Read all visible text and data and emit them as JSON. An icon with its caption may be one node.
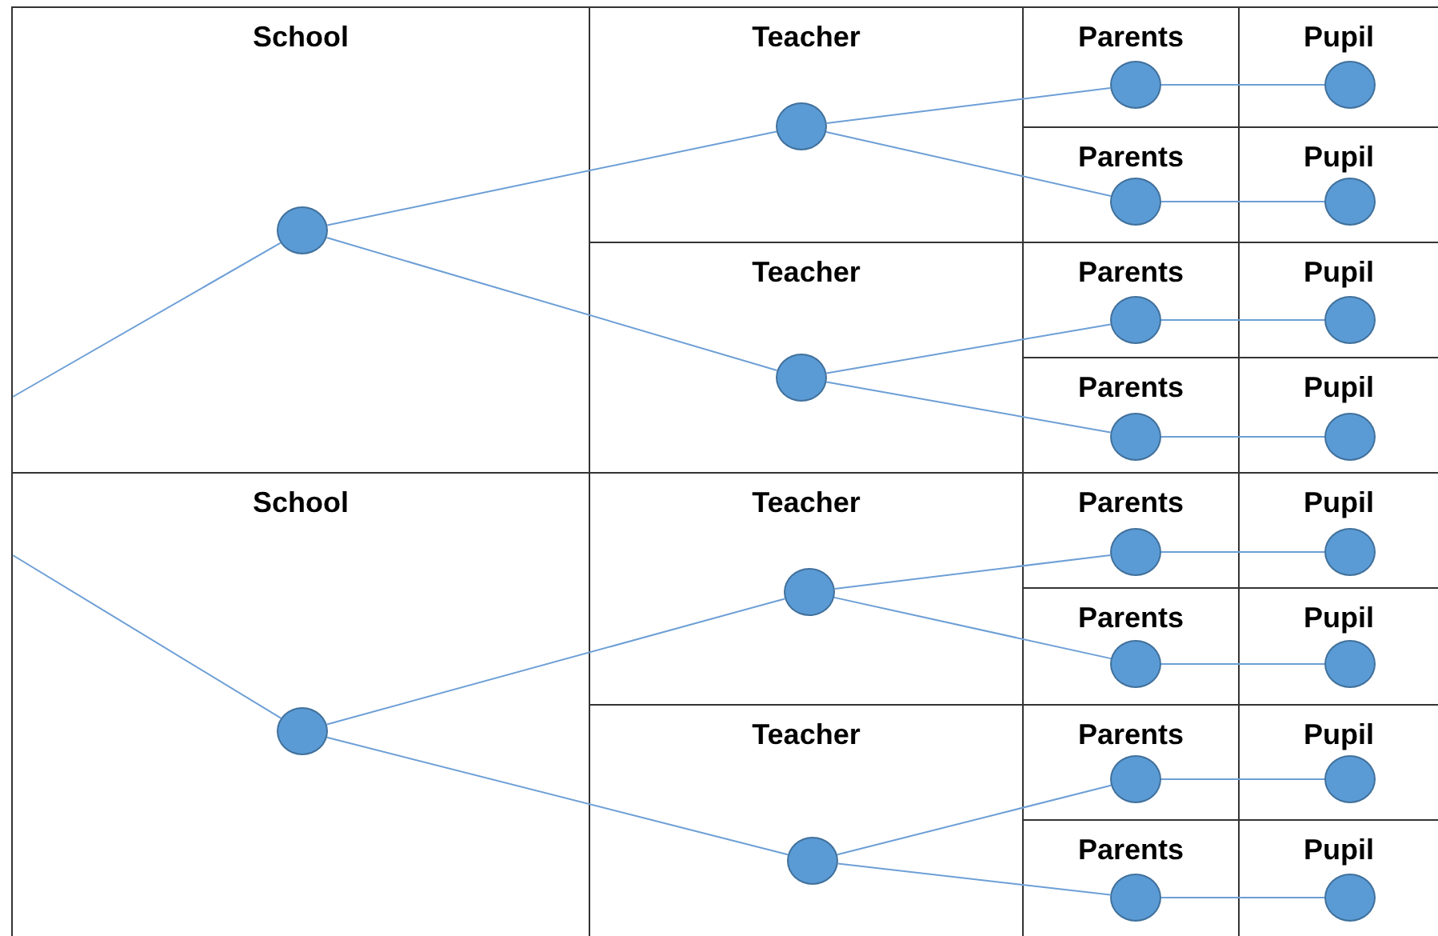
{
  "diagram": {
    "nodes": [
      {
        "text": [
          "School"
        ]
      },
      {
        "text": [],
        "shape": "circle",
        "in": 0
      },
      {
        "text": [
          "Teacher"
        ]
      },
      {
        "text": [],
        "shape": "circle",
        "in": 2
      },
      {
        "text": [
          "Parents"
        ]
      },
      {
        "text": [],
        "shape": "circle",
        "in": 4
      },
      {
        "text": [
          "Pupil"
        ]
      },
      {
        "text": [],
        "shape": "circle",
        "in": 6
      },
      {
        "text": [
          "Parents"
        ]
      },
      {
        "text": [],
        "shape": "circle",
        "in": 8
      },
      {
        "text": [
          "Pupil"
        ]
      },
      {
        "text": [],
        "shape": "circle",
        "in": 10
      },
      {
        "text": [
          "Teacher"
        ]
      },
      {
        "text": [],
        "shape": "circle",
        "in": 12
      },
      {
        "text": [
          "Parents"
        ]
      },
      {
        "text": [],
        "shape": "circle",
        "in": 14
      },
      {
        "text": [
          "Pupil"
        ]
      },
      {
        "text": [],
        "shape": "circle",
        "in": 16
      },
      {
        "text": [
          "Parents"
        ]
      },
      {
        "text": [],
        "shape": "circle",
        "in": 18
      },
      {
        "text": [
          "Pupil"
        ]
      },
      {
        "text": [],
        "shape": "circle",
        "in": 20
      },
      {
        "text": [
          "School"
        ]
      },
      {
        "text": [],
        "shape": "circle",
        "in": 22
      },
      {
        "text": [
          "Teacher"
        ]
      },
      {
        "text": [],
        "shape": "circle",
        "in": 24
      },
      {
        "text": [
          "Parents"
        ]
      },
      {
        "text": [],
        "shape": "circle",
        "in": 26
      },
      {
        "text": [
          "Pupil"
        ]
      },
      {
        "text": [],
        "shape": "circle",
        "in": 28
      },
      {
        "text": [
          "Parents"
        ]
      },
      {
        "text": [],
        "shape": "circle",
        "in": 30
      },
      {
        "text": [
          "Pupil"
        ]
      },
      {
        "text": [],
        "shape": "circle",
        "in": 32
      },
      {
        "text": [
          "Teacher"
        ]
      },
      {
        "text": [],
        "shape": "circle",
        "in": 34
      },
      {
        "text": [
          "Parents"
        ]
      },
      {
        "text": [],
        "shape": "circle",
        "in": 36
      },
      {
        "text": [
          "Pupil"
        ]
      },
      {
        "text": [],
        "shape": "circle",
        "in": 38
      },
      {
        "text": [
          "Parents"
        ]
      },
      {
        "text": [],
        "shape": "circle",
        "in": 40
      },
      {
        "text": [
          "Pupil"
        ]
      },
      {
        "text": [],
        "shape": "circle",
        "in": 42
      }
    ],
    "edges": [
      {
        "from": null,
        "to": 1,
        "arrow": "none"
      },
      {
        "from": 1,
        "to": 3,
        "arrow": "none"
      },
      {
        "from": 3,
        "to": 5,
        "arrow": "none"
      },
      {
        "from": 5,
        "to": 7,
        "arrow": "none"
      },
      {
        "from": 3,
        "to": 9,
        "arrow": "none"
      },
      {
        "from": 9,
        "to": 11,
        "arrow": "none"
      },
      {
        "from": 1,
        "to": 13,
        "arrow": "none"
      },
      {
        "from": 13,
        "to": 15,
        "arrow": "none"
      },
      {
        "from": 15,
        "to": 17,
        "arrow": "none"
      },
      {
        "from": 13,
        "to": 19,
        "arrow": "none"
      },
      {
        "from": 19,
        "to": 21,
        "arrow": "none"
      },
      {
        "from": null,
        "to": 23,
        "arrow": "none"
      },
      {
        "from": 23,
        "to": 25,
        "arrow": "none"
      },
      {
        "from": 25,
        "to": 27,
        "arrow": "none"
      },
      {
        "from": 27,
        "to": 29,
        "arrow": "none"
      },
      {
        "from": 25,
        "to": 31,
        "arrow": "none"
      },
      {
        "from": 31,
        "to": 33,
        "arrow": "none"
      },
      {
        "from": 23,
        "to": 35,
        "arrow": "none"
      },
      {
        "from": 35,
        "to": 37,
        "arrow": "none"
      },
      {
        "from": 37,
        "to": 39,
        "arrow": "none"
      },
      {
        "from": 35,
        "to": 41,
        "arrow": "none"
      },
      {
        "from": 41,
        "to": 43,
        "arrow": "none"
      }
    ]
  }
}
